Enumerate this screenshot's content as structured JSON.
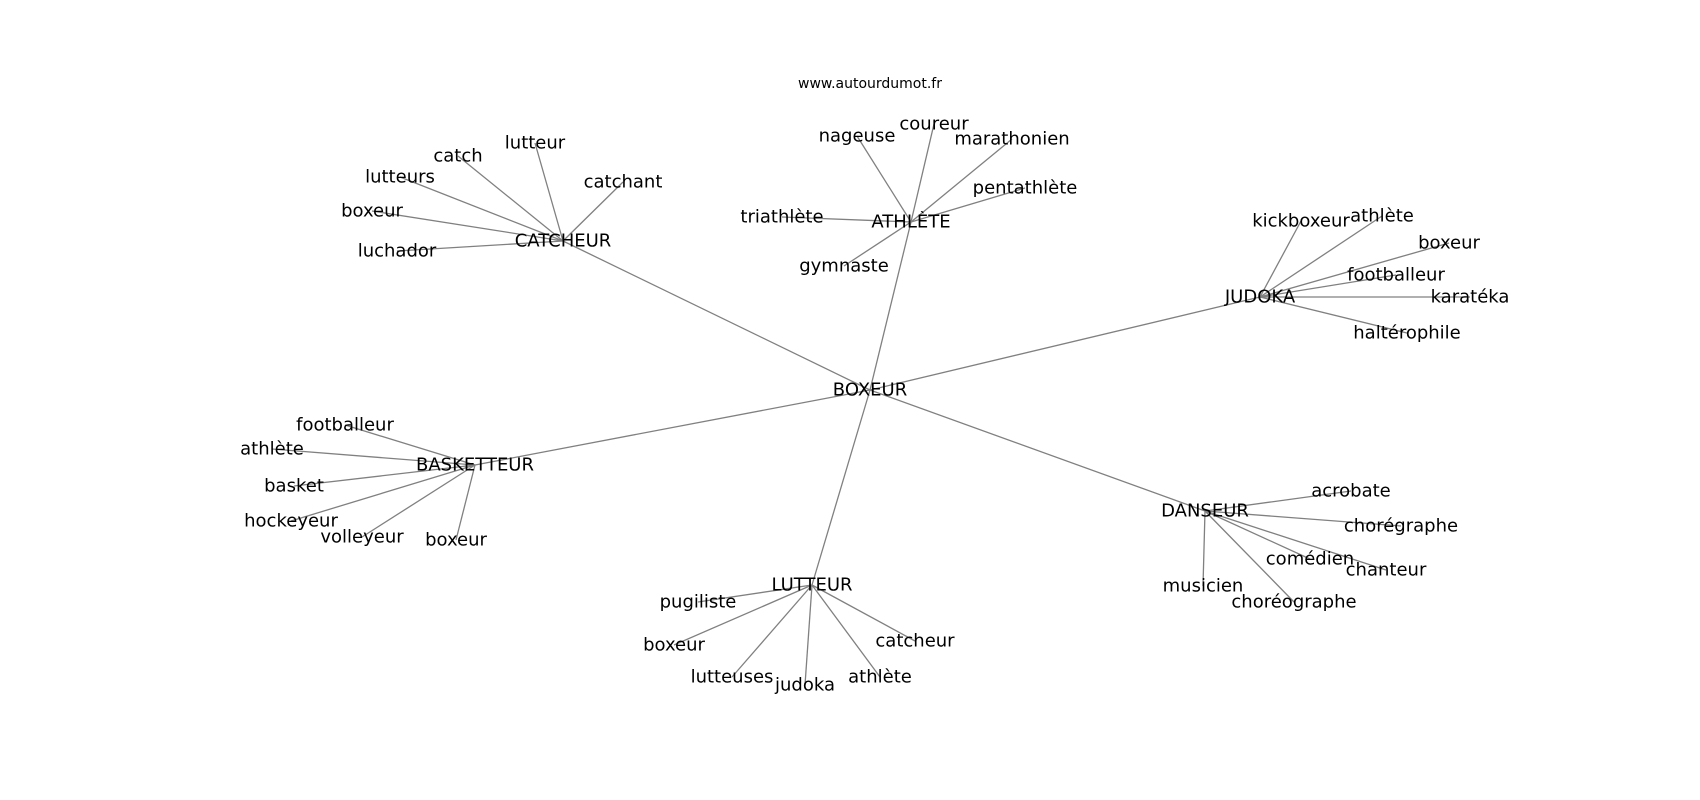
{
  "site": "www.autourdumot.fr",
  "colors": {
    "edge": "#808080",
    "text": "#000000",
    "background": "#ffffff"
  },
  "graph": {
    "root": "BOXEUR",
    "clusters": [
      {
        "hub": "CATCHEUR",
        "leaves": [
          "catch",
          "lutteur",
          "catchant",
          "lutteurs",
          "boxeur",
          "luchador"
        ]
      },
      {
        "hub": "ATHLÈTE",
        "leaves": [
          "nageuse",
          "coureur",
          "marathonien",
          "pentathlète",
          "triathlète",
          "gymnaste"
        ]
      },
      {
        "hub": "JUDOKA",
        "leaves": [
          "kickboxeur",
          "athlète",
          "boxeur",
          "footballeur",
          "karatéka",
          "haltérophile"
        ]
      },
      {
        "hub": "BASKETTEUR",
        "leaves": [
          "footballeur",
          "athlète",
          "basket",
          "hockeyeur",
          "volleyeur",
          "boxeur"
        ]
      },
      {
        "hub": "DANSEUR",
        "leaves": [
          "acrobate",
          "chorégraphe",
          "comédien",
          "chanteur",
          "musicien",
          "choréographe"
        ]
      },
      {
        "hub": "LUTTEUR",
        "leaves": [
          "pugiliste",
          "boxeur",
          "lutteuses",
          "judoka",
          "athlète",
          "catcheur"
        ]
      }
    ]
  }
}
